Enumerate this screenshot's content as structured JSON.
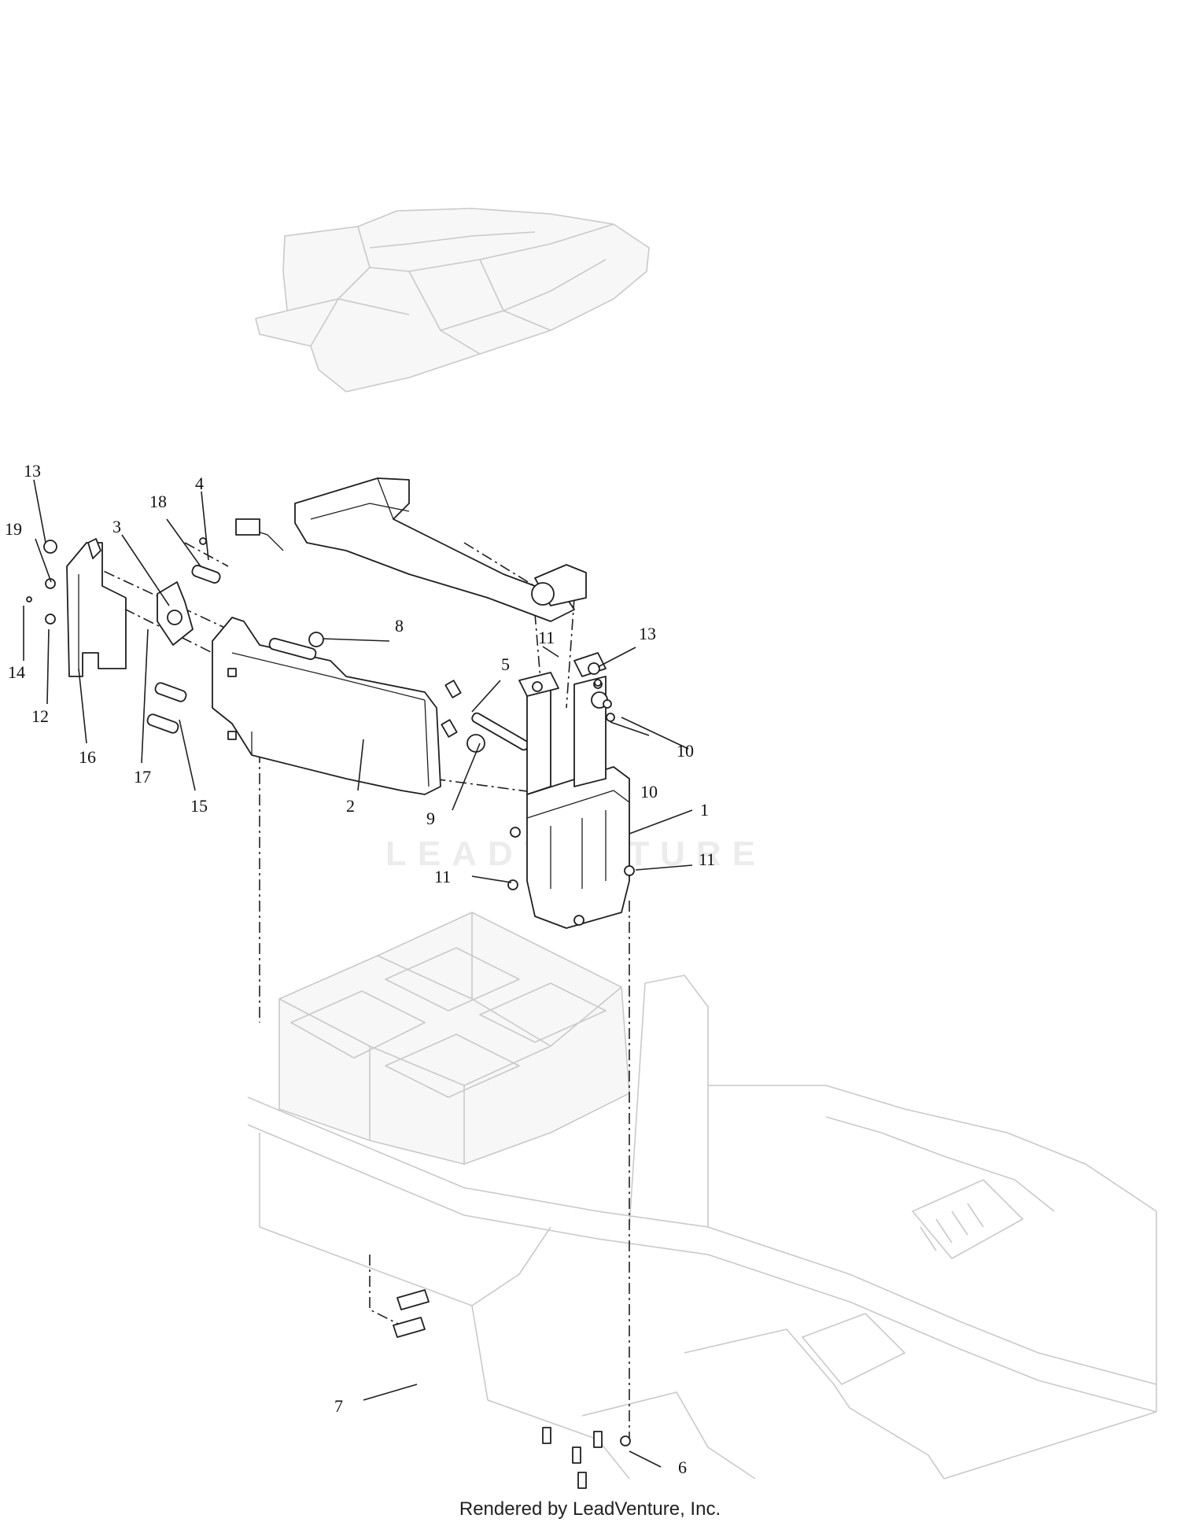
{
  "watermark": {
    "text": "LEADVENTURE"
  },
  "footer": {
    "text": "Rendered by LeadVenture, Inc."
  },
  "callouts": {
    "c1": "1",
    "c2": "2",
    "c3": "3",
    "c4": "4",
    "c5": "5",
    "c6": "6",
    "c7": "7",
    "c8": "8",
    "c9": "9",
    "c10a": "10",
    "c10b": "10",
    "c11a": "11",
    "c11b": "11",
    "c11c": "11",
    "c12": "12",
    "c13a": "13",
    "c13b": "13",
    "c14": "14",
    "c15": "15",
    "c16": "16",
    "c17": "17",
    "c18": "18",
    "c19": "19"
  },
  "colors": {
    "part_stroke": "#1f1f1f",
    "ghost_stroke": "#c9c9c9",
    "watermark": "#ececec"
  }
}
